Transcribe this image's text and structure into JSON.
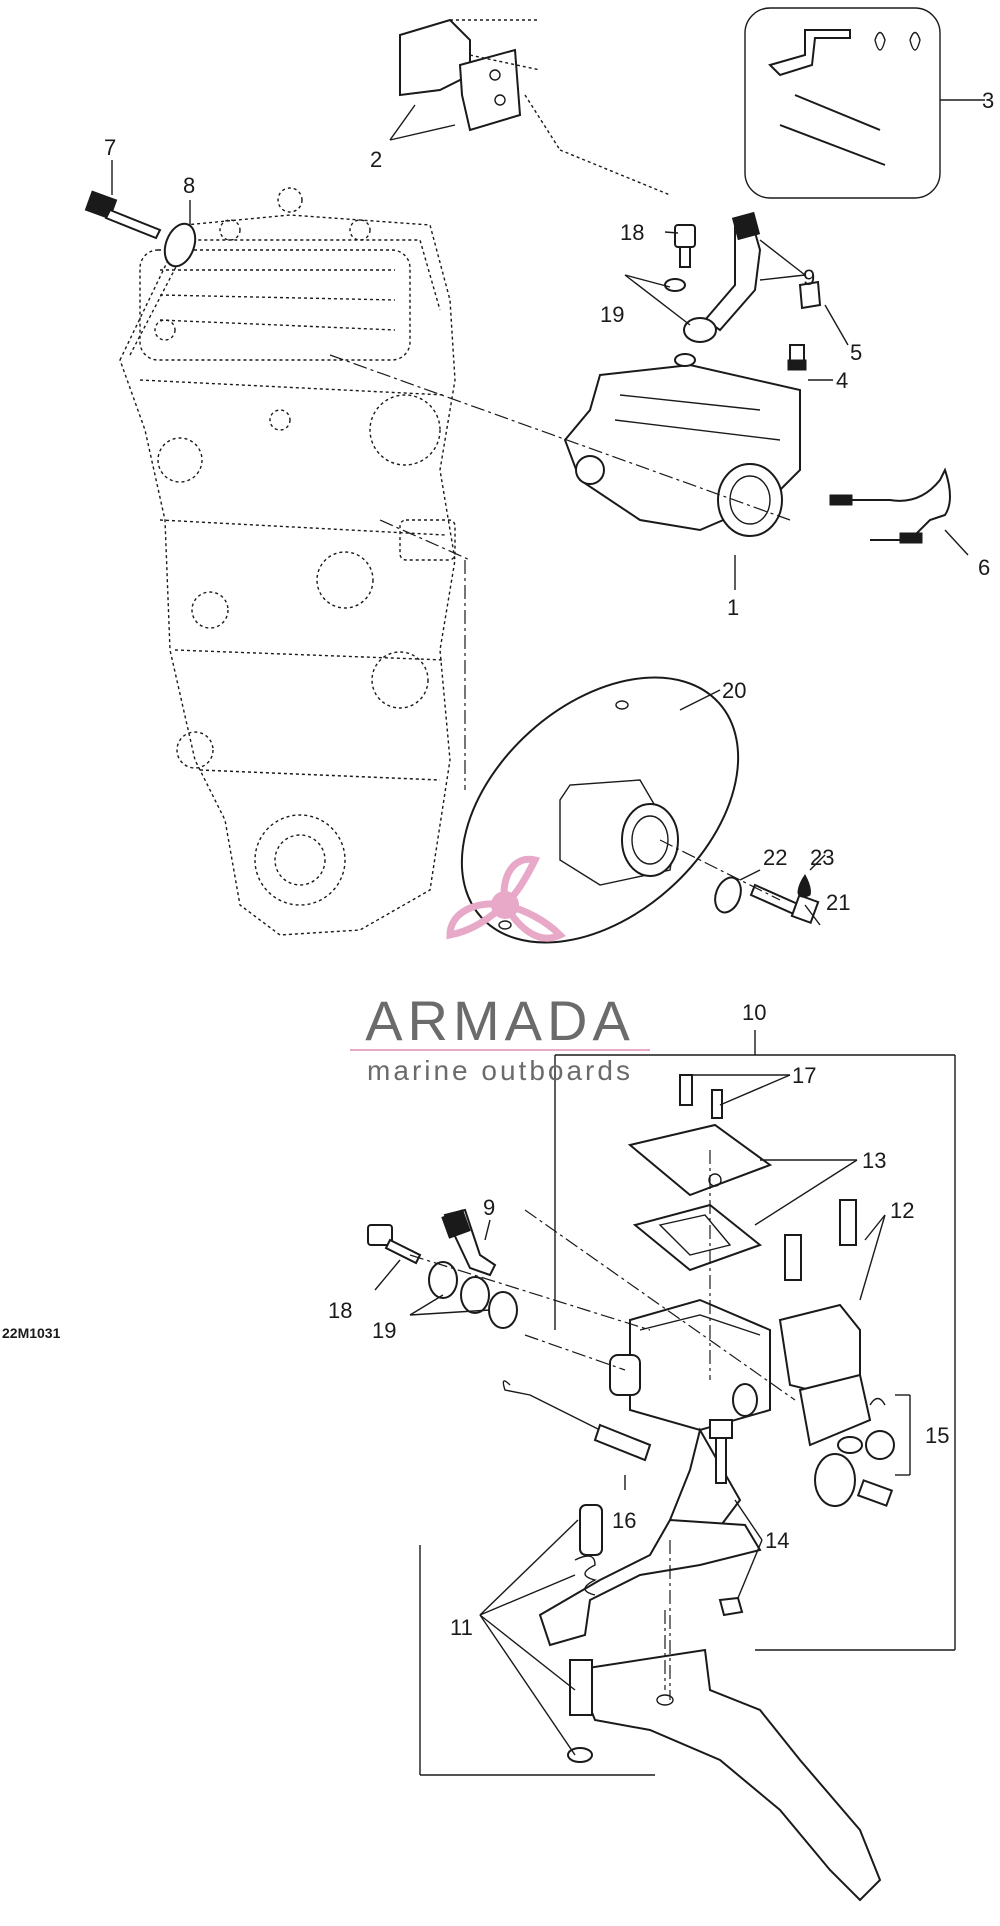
{
  "diagram": {
    "code": "22M1031",
    "callouts": [
      "1",
      "2",
      "3",
      "4",
      "5",
      "6",
      "7",
      "8",
      "9",
      "18",
      "19",
      "20",
      "21",
      "22",
      "23",
      "10",
      "17",
      "13",
      "12",
      "9",
      "18",
      "19",
      "15",
      "16",
      "14",
      "11"
    ]
  },
  "watermark": {
    "brand": "ARMADA",
    "tagline": "marine outboards",
    "colors": {
      "text": "#6b6b6b",
      "accent": "#e8a8c8"
    }
  }
}
